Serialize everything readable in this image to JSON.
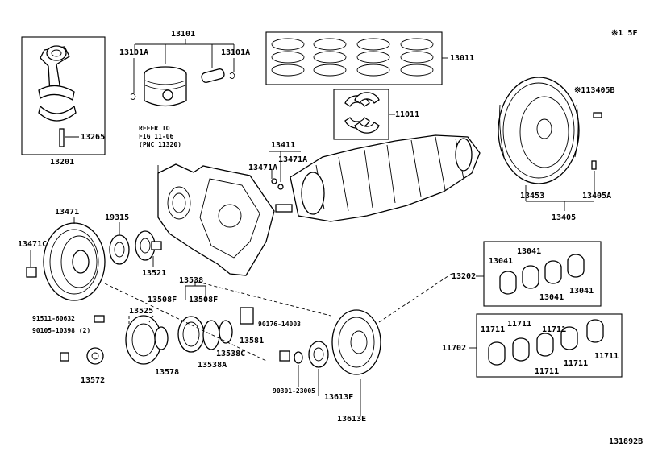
{
  "diagram": {
    "note_top_right": "※1 5F",
    "figure_id": "131892B",
    "refer_note": [
      "REFER TO",
      "FIG 11-06",
      "(PNC 11320)"
    ],
    "labels": {
      "p13101": "13101",
      "p13101a_left": "13101A",
      "p13101a_right": "13101A",
      "p13011": "13011",
      "p11011": "11011",
      "p13405b": "※113405B",
      "p13265": "13265",
      "p13201": "13201",
      "p13411": "13411",
      "p13471a_top": "13471A",
      "p13471a_left": "13471A",
      "p13453": "13453",
      "p13405a": "13405A",
      "p13405": "13405",
      "p13471": "13471",
      "p19315": "19315",
      "p13471c": "13471C",
      "p13521": "13521",
      "p13538": "13538",
      "p13508f_left": "13508F",
      "p13508f_right": "13508F",
      "p13525": "13525",
      "p91511": "91511-60632",
      "p90105": "90105-10398 (2)",
      "p90176": "90176-14003",
      "p13581": "13581",
      "p13538c": "13538C",
      "p13538a": "13538A",
      "p13578": "13578",
      "p13572": "13572",
      "p90301": "90301-23005",
      "p13613f": "13613F",
      "p13613e": "13613E",
      "p13202": "13202",
      "p13041_a": "13041",
      "p13041_b": "13041",
      "p13041_c": "13041",
      "p13041_d": "13041",
      "p11702": "11702",
      "p11711_a": "11711",
      "p11711_b": "11711",
      "p11711_c": "11711",
      "p11711_d": "11711",
      "p11711_e": "11711",
      "p11711_f": "11711"
    }
  }
}
